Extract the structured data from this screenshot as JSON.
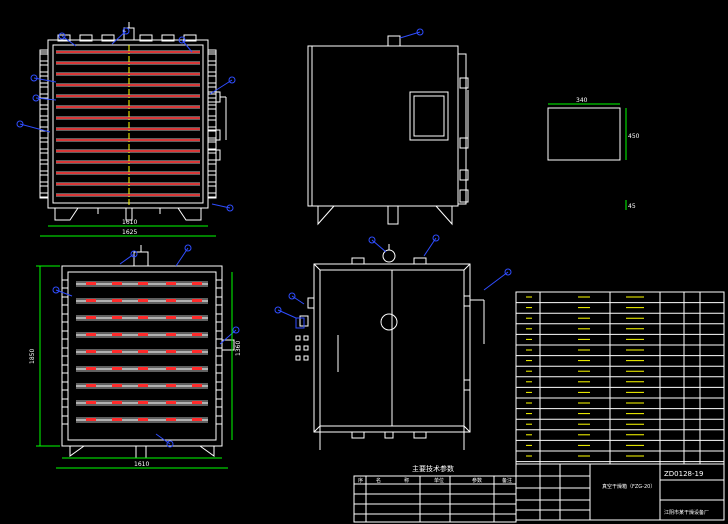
{
  "views": {
    "front_section": {
      "dim_inner": "1610",
      "dim_outer": "1625"
    },
    "side_section": {
      "dim_height": "1850",
      "dim_depth": "1360",
      "dim_width": "1610"
    },
    "window": {
      "dim_width": "340",
      "dim_height": "450",
      "dim_offset": "45"
    }
  },
  "params_table": {
    "title": "主要技术参数",
    "headers": [
      "序",
      "名",
      "称",
      "单位",
      "参数",
      "备注"
    ]
  },
  "title_block": {
    "drawing_no": "ZD0128-19",
    "company": "江阴市某干燥设备厂",
    "product": "真空干燥箱（FZG-20）"
  }
}
